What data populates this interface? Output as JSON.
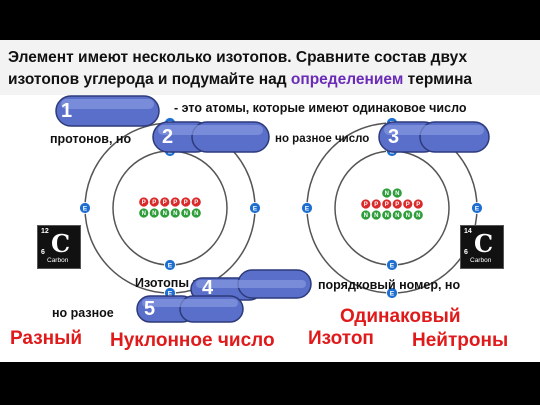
{
  "header": {
    "line1": "Элемент имеют несколько изотопов. Сравните состав двух",
    "line2_prefix": "изотопов углерода и подумайте над ",
    "line2_highlight": "определением",
    "line2_suffix": " термина",
    "highlight_color": "#6a2cb8"
  },
  "body_text": {
    "definition_start": "- это атомы, которые имеют одинаковое число",
    "protons_but": "протонов, но",
    "but_different_number": "но разное число",
    "isotopes_have": "Изотопы имеют",
    "atomic_number_but": "порядковый номер, но",
    "but_different": "но разное"
  },
  "blanks": [
    {
      "number": "1"
    },
    {
      "number": "2"
    },
    {
      "number": "3"
    },
    {
      "number": "4"
    },
    {
      "number": "5"
    }
  ],
  "atoms": {
    "electron_label": "E",
    "proton_label": "P",
    "neutron_label": "N",
    "left_tile": {
      "mass": "12",
      "z": "6",
      "symbol": "C",
      "name": "Carbon"
    },
    "right_tile": {
      "mass": "14",
      "z": "6",
      "symbol": "C",
      "name": "Carbon"
    }
  },
  "answer_words": [
    "Разный",
    "Нуклонное число",
    "Изотоп",
    "Одинаковый",
    "Нейтроны"
  ],
  "colors": {
    "proton": "#d92b2b",
    "neutron": "#2e9e3a",
    "electron": "#1f6fd1",
    "blank_blob": "#5a6fc9",
    "answer_word": "#e01a1a"
  }
}
